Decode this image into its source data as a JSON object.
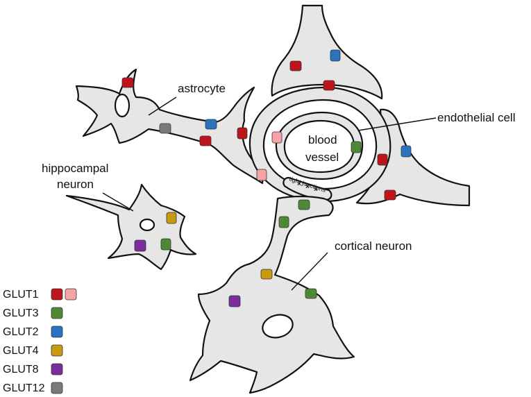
{
  "labels": {
    "astrocyte": "astrocyte",
    "endothelial": "endothelial cell",
    "blood": "blood",
    "vessel": "vessel",
    "hippocampal_1": "hippocampal",
    "hippocampal_2": "neuron",
    "cortical": "cortical neuron",
    "tight_junctions": "tight junctions"
  },
  "legend": [
    {
      "name": "GLUT1",
      "colors": [
        "#c0141c",
        "#f6a3a8"
      ]
    },
    {
      "name": "GLUT3",
      "colors": [
        "#4e8a36"
      ]
    },
    {
      "name": "GLUT2",
      "colors": [
        "#2b73c1"
      ]
    },
    {
      "name": "GLUT4",
      "colors": [
        "#c89a11"
      ]
    },
    {
      "name": "GLUT8",
      "colors": [
        "#7a2e9c"
      ]
    },
    {
      "name": "GLUT12",
      "colors": [
        "#7b7b7b"
      ]
    }
  ]
}
